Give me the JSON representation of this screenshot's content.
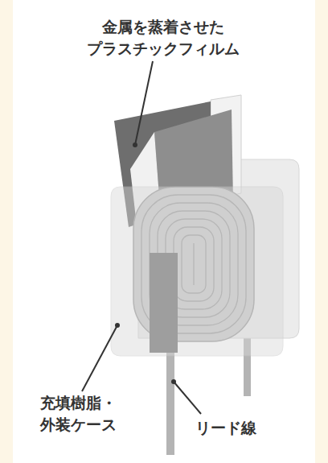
{
  "diagram": {
    "labels": [
      "金属を蒸着させた プラスチックフィルム",
      "充填樹脂・ 外装ケース",
      "リード線"
    ]
  }
}
